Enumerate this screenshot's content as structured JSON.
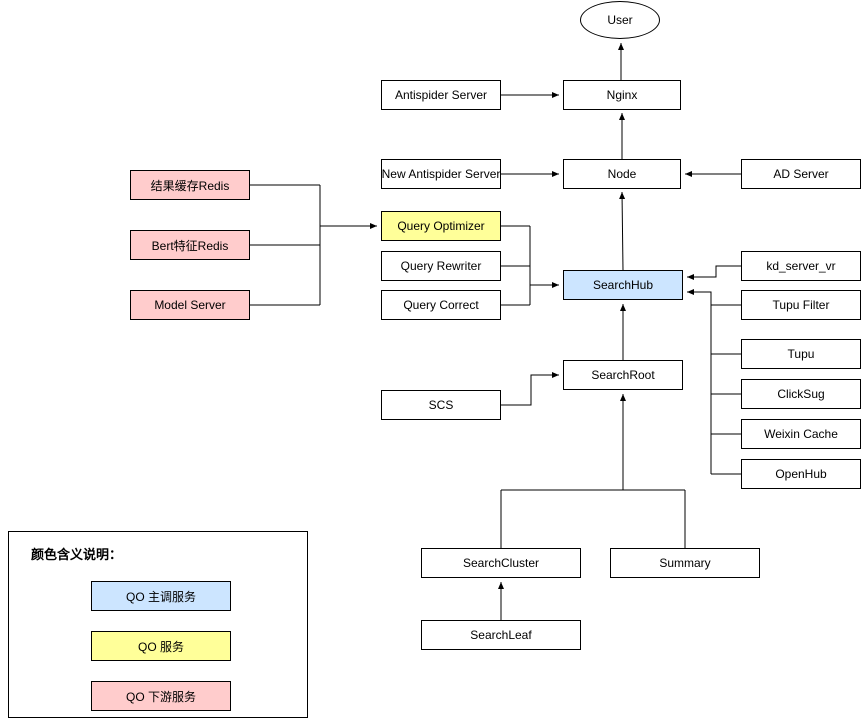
{
  "diagram": {
    "nodes": {
      "user": {
        "label": "User"
      },
      "nginx": {
        "label": "Nginx"
      },
      "antispider": {
        "label": "Antispider Server"
      },
      "node": {
        "label": "Node"
      },
      "new_antispider": {
        "label": "New Antispider Server"
      },
      "ad_server": {
        "label": "AD Server"
      },
      "result_cache_redis": {
        "label": "结果缓存Redis"
      },
      "bert_redis": {
        "label": "Bert特征Redis"
      },
      "model_server": {
        "label": "Model Server"
      },
      "query_optimizer": {
        "label": "Query Optimizer"
      },
      "query_rewriter": {
        "label": "Query Rewriter"
      },
      "query_correct": {
        "label": "Query Correct"
      },
      "searchhub": {
        "label": "SearchHub"
      },
      "kd_server_vr": {
        "label": "kd_server_vr"
      },
      "tupu_filter": {
        "label": "Tupu Filter"
      },
      "tupu": {
        "label": "Tupu"
      },
      "clicksug": {
        "label": "ClickSug"
      },
      "weixin_cache": {
        "label": "Weixin Cache"
      },
      "openhub": {
        "label": "OpenHub"
      },
      "searchroot": {
        "label": "SearchRoot"
      },
      "scs": {
        "label": "SCS"
      },
      "searchcluster": {
        "label": "SearchCluster"
      },
      "summary": {
        "label": "Summary"
      },
      "searchleaf": {
        "label": "SearchLeaf"
      }
    },
    "edges": [
      {
        "from": "nginx",
        "to": "user"
      },
      {
        "from": "antispider",
        "to": "nginx"
      },
      {
        "from": "node",
        "to": "nginx"
      },
      {
        "from": "new_antispider",
        "to": "node"
      },
      {
        "from": "ad_server",
        "to": "node"
      },
      {
        "from": "searchhub",
        "to": "node"
      },
      {
        "from": "query_optimizer",
        "to": "searchhub"
      },
      {
        "from": "query_rewriter",
        "to": "searchhub"
      },
      {
        "from": "query_correct",
        "to": "searchhub"
      },
      {
        "from": "result_cache_redis",
        "to": "query_optimizer"
      },
      {
        "from": "bert_redis",
        "to": "query_optimizer"
      },
      {
        "from": "model_server",
        "to": "query_optimizer"
      },
      {
        "from": "kd_server_vr",
        "to": "searchhub"
      },
      {
        "from": "tupu_filter",
        "to": "searchhub"
      },
      {
        "from": "tupu",
        "to": "searchhub"
      },
      {
        "from": "clicksug",
        "to": "searchhub"
      },
      {
        "from": "weixin_cache",
        "to": "searchhub"
      },
      {
        "from": "openhub",
        "to": "searchhub"
      },
      {
        "from": "searchroot",
        "to": "searchhub"
      },
      {
        "from": "scs",
        "to": "searchroot"
      },
      {
        "from": "searchcluster",
        "to": "searchroot"
      },
      {
        "from": "summary",
        "to": "searchroot"
      },
      {
        "from": "searchleaf",
        "to": "searchcluster"
      }
    ],
    "legend": {
      "title": "颜色含义说明：",
      "items": [
        {
          "label": "QO 主调服务",
          "color": "#cce5ff"
        },
        {
          "label": "QO 服务",
          "color": "#ffff99"
        },
        {
          "label": "QO 下游服务",
          "color": "#ffcccc"
        }
      ]
    },
    "colors": {
      "primary_service": "#cce5ff",
      "qo_service": "#ffff99",
      "downstream_service": "#ffcccc",
      "border": "#000000",
      "line": "#000000",
      "background": "#ffffff"
    }
  }
}
